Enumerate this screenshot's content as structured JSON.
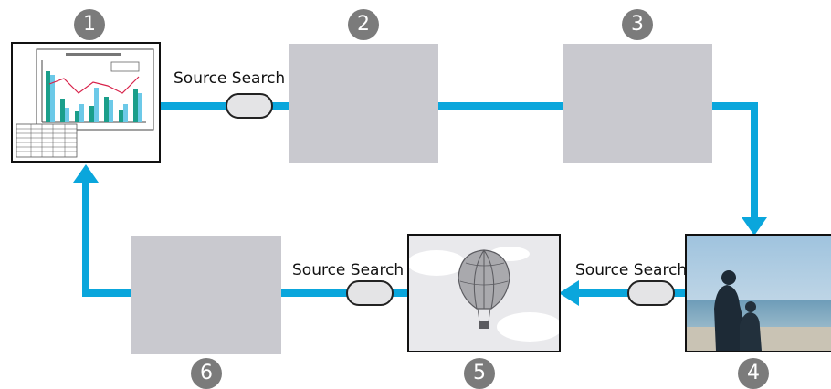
{
  "steps": [
    {
      "number": "1",
      "content": "presentation-chart"
    },
    {
      "number": "2",
      "content": "blank"
    },
    {
      "number": "3",
      "content": "blank"
    },
    {
      "number": "4",
      "content": "beach-photo"
    },
    {
      "number": "5",
      "content": "balloon-image"
    },
    {
      "number": "6",
      "content": "blank"
    }
  ],
  "button_label": "Source Search",
  "colors": {
    "flow_line": "#0aa6dc",
    "number_badge": "#7b7b7b",
    "placeholder": "#c9c9cf"
  }
}
